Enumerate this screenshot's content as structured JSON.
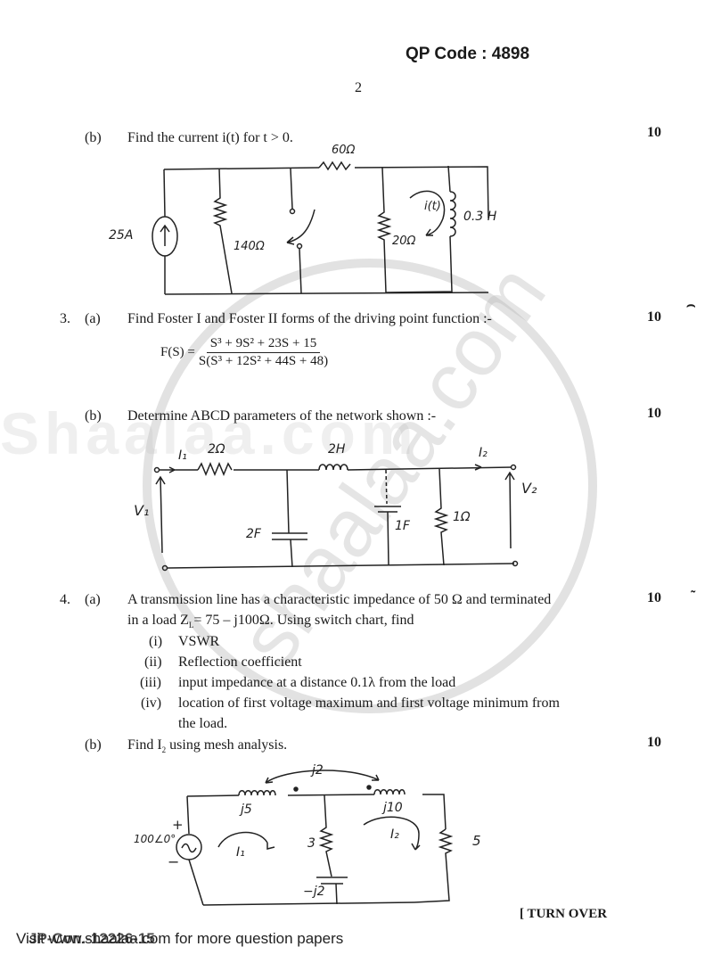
{
  "header": {
    "qp_code": "QP Code : 4898",
    "page_number": "2"
  },
  "questions": [
    {
      "number": "",
      "part": "(b)",
      "text": "Find the current i(t) for t > 0.",
      "marks": "10",
      "circuit": {
        "labels": {
          "source": "25A",
          "r1": "140Ω",
          "r_series": "60Ω",
          "r2": "20Ω",
          "inductor": "0.3 H",
          "current": "i(t)"
        }
      }
    },
    {
      "number": "3.",
      "part": "(a)",
      "text": "Find Foster I and Foster II forms of the driving point function :-",
      "marks": "10",
      "equation": {
        "lhs": "F(S) =",
        "numerator": "S³ + 9S² + 23S + 15",
        "denominator": "S(S³ + 12S² + 44S + 48)"
      }
    },
    {
      "number": "",
      "part": "(b)",
      "text": "Determine ABCD parameters of the network shown :-",
      "marks": "10",
      "circuit": {
        "labels": {
          "i1": "I1",
          "r1": "2Ω",
          "l1": "2H",
          "i2": "I2",
          "v1": "V1",
          "v2": "V2",
          "c1": "2F",
          "c2": "1F",
          "r2": "1Ω"
        }
      }
    },
    {
      "number": "4.",
      "part": "(a)",
      "text_line1": "A transmission line has a characteristic impedance of 50 Ω and terminated",
      "text_line2": "in a load Z",
      "text_line2_sub": "L",
      "text_line2_rest": "= 75 – j100Ω. Using switch chart, find",
      "marks": "10",
      "subitems": [
        {
          "label": "(i)",
          "text": "VSWR"
        },
        {
          "label": "(ii)",
          "text": "Reflection coefficient"
        },
        {
          "label": "(iii)",
          "text": "input impedance at a distance 0.1λ from the load"
        },
        {
          "label": "(iv)",
          "text": "location of first voltage maximum and first voltage minimum from"
        },
        {
          "label": "",
          "text": "the load."
        }
      ]
    },
    {
      "number": "",
      "part": "(b)",
      "text_pre": "Find I",
      "text_sub": "2",
      "text_post": " using mesh analysis.",
      "marks": "10",
      "circuit": {
        "labels": {
          "source": "100∠0°",
          "plus": "+",
          "minus": "−",
          "l1": "j5",
          "l2": "j10",
          "mutual": "j2",
          "r_mid": "3",
          "c_mid": "−j2",
          "r_right": "5",
          "i1": "I1",
          "i2": "I2"
        }
      }
    }
  ],
  "edge_marks": [
    "⌢",
    "˜"
  ],
  "footer": {
    "turn_over": "[ TURN OVER",
    "link_text": "Visit www.shaalaa.com for more question papers",
    "overprint": "JP-Con.-12226-15"
  },
  "watermark": {
    "text": "shaalaa.com",
    "band_text": "Shaalaa.com"
  }
}
